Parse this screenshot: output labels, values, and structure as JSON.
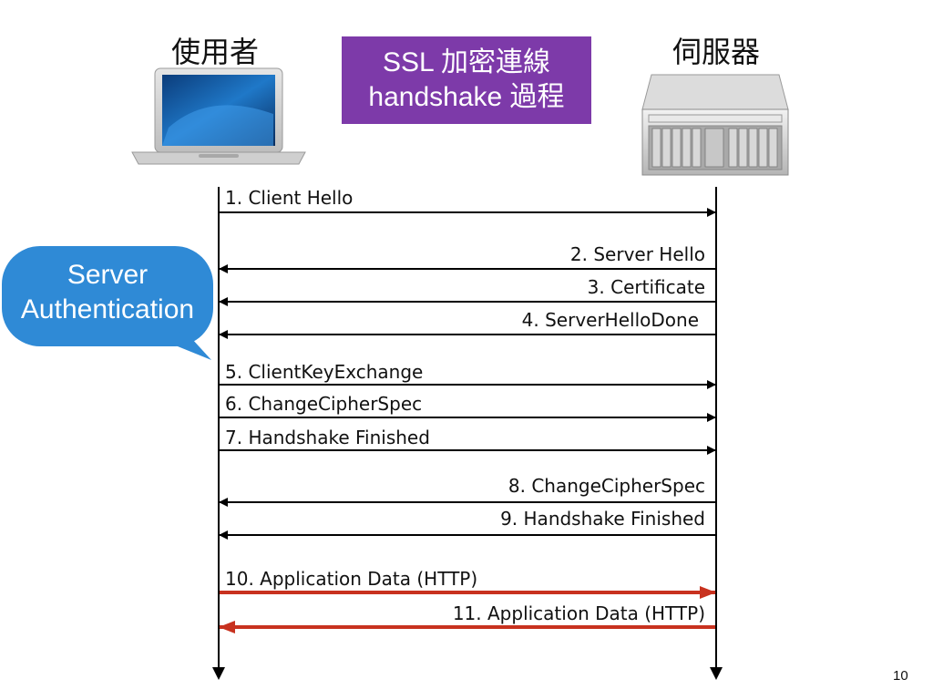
{
  "header": {
    "client_title": "使用者",
    "server_title": "伺服器",
    "title_line1": "SSL 加密連線",
    "title_line2": "handshake 過程"
  },
  "bubble": {
    "line1": "Server",
    "line2": "Authentication"
  },
  "messages": [
    {
      "label": "1. Client Hello",
      "direction": "client-to-server"
    },
    {
      "label": "2. Server Hello",
      "direction": "server-to-client"
    },
    {
      "label": "3. Certificate",
      "direction": "server-to-client"
    },
    {
      "label": "4. ServerHelloDone",
      "direction": "server-to-client"
    },
    {
      "label": "5. ClientKeyExchange",
      "direction": "client-to-server"
    },
    {
      "label": "6. ChangeCipherSpec",
      "direction": "client-to-server"
    },
    {
      "label": "7. Handshake Finished",
      "direction": "client-to-server"
    },
    {
      "label": "8. ChangeCipherSpec",
      "direction": "server-to-client"
    },
    {
      "label": "9. Handshake Finished",
      "direction": "server-to-client"
    },
    {
      "label": "10. Application Data (HTTP)",
      "direction": "client-to-server"
    },
    {
      "label": "11. Application Data (HTTP)",
      "direction": "server-to-client"
    }
  ],
  "colors": {
    "title_bg": "#7d3aa9",
    "bubble_bg": "#2f8ad6",
    "arrow_default": "#000000",
    "arrow_application": "#c8321f"
  },
  "page": {
    "number": "10"
  }
}
